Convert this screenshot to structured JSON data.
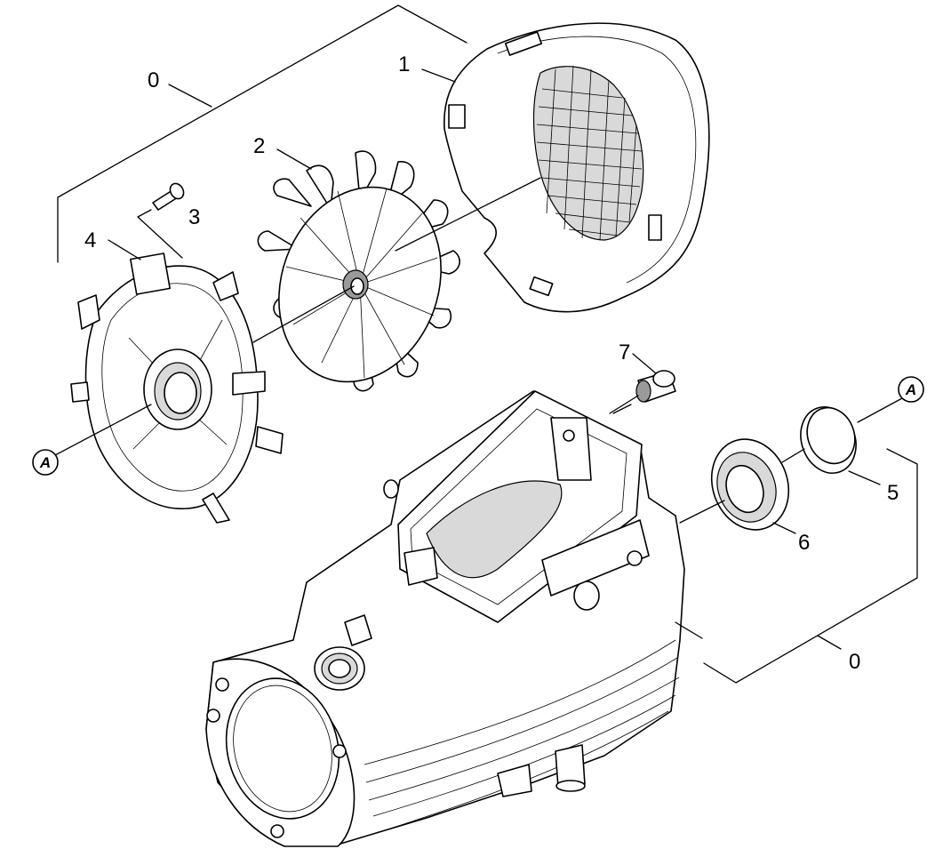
{
  "labels": {
    "l0_top": "0",
    "l1": "1",
    "l2": "2",
    "l3": "3",
    "l4": "4",
    "l5": "5",
    "l6": "6",
    "l7": "7",
    "l0_bottom": "0"
  },
  "refs": {
    "a_left": "A",
    "a_right": "A"
  },
  "parts": {
    "p1": "fan-cover-icon",
    "p2": "fan-wheel-icon",
    "p3": "screw-icon",
    "p4": "bearing-flange-icon",
    "p5": "seal-ring-icon",
    "p6": "ball-bearing-icon",
    "p7": "plug-screw-icon",
    "housing": "motor-housing-icon"
  },
  "colors": {
    "line": "#000000",
    "background": "#ffffff"
  }
}
